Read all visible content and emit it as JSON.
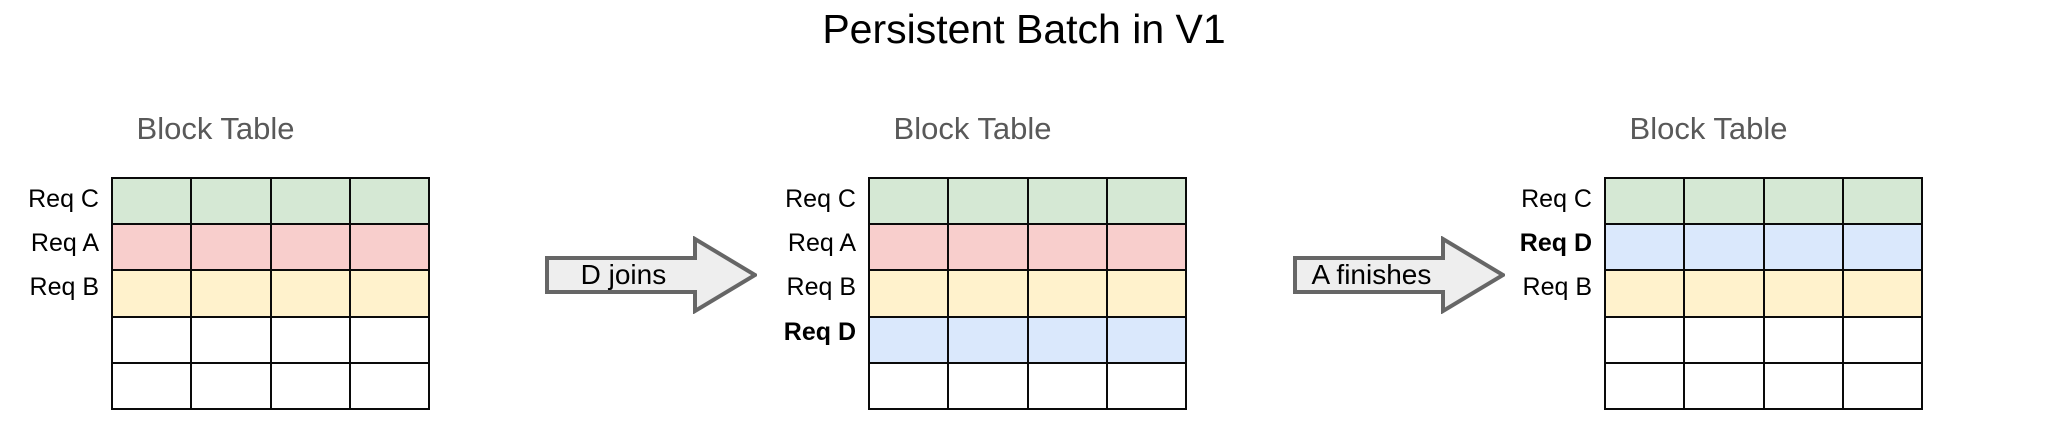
{
  "title": "Persistent Batch in V1",
  "colors": {
    "green": "#d5e8d4",
    "red": "#f8cecc",
    "yellow": "#fff2cc",
    "blue": "#dae8fc",
    "white": "#ffffff",
    "grid_line": "#0a0a0a",
    "heading_gray": "#595959",
    "arrow_fill": "#eeeeee",
    "arrow_stroke": "#666666"
  },
  "stages": [
    {
      "heading": "Block Table",
      "columns": 4,
      "rows": [
        {
          "label": "Req C",
          "bold": false,
          "color": "#d5e8d4"
        },
        {
          "label": "Req A",
          "bold": false,
          "color": "#f8cecc"
        },
        {
          "label": "Req B",
          "bold": false,
          "color": "#fff2cc"
        },
        {
          "label": "",
          "bold": false,
          "color": "#ffffff"
        },
        {
          "label": "",
          "bold": false,
          "color": "#ffffff"
        }
      ]
    },
    {
      "heading": "Block Table",
      "columns": 4,
      "rows": [
        {
          "label": "Req C",
          "bold": false,
          "color": "#d5e8d4"
        },
        {
          "label": "Req A",
          "bold": false,
          "color": "#f8cecc"
        },
        {
          "label": "Req B",
          "bold": false,
          "color": "#fff2cc"
        },
        {
          "label": "Req D",
          "bold": true,
          "color": "#dae8fc"
        },
        {
          "label": "",
          "bold": false,
          "color": "#ffffff"
        }
      ]
    },
    {
      "heading": "Block Table",
      "columns": 4,
      "rows": [
        {
          "label": "Req C",
          "bold": false,
          "color": "#d5e8d4"
        },
        {
          "label": "Req D",
          "bold": true,
          "color": "#dae8fc"
        },
        {
          "label": "Req B",
          "bold": false,
          "color": "#fff2cc"
        },
        {
          "label": "",
          "bold": false,
          "color": "#ffffff"
        },
        {
          "label": "",
          "bold": false,
          "color": "#ffffff"
        }
      ]
    }
  ],
  "arrows": [
    {
      "label": "D joins"
    },
    {
      "label": "A finishes"
    }
  ]
}
